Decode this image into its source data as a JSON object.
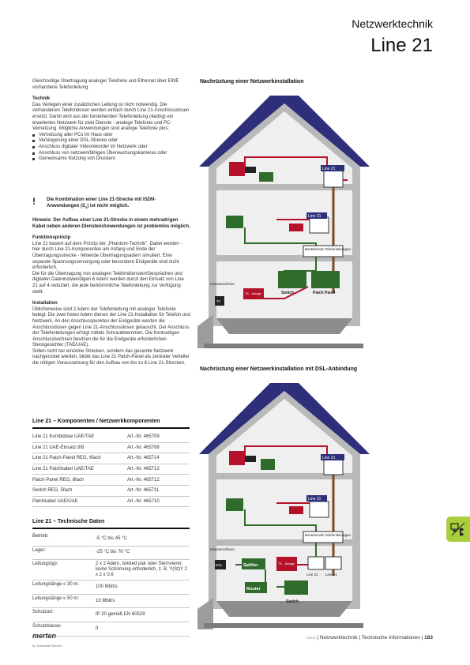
{
  "header": {
    "section": "Netzwerktechnik",
    "title": "Line 21"
  },
  "intro": "Gleichzeitige Übertragung analoger Telefonie und Ethernet über EINE vorhandene Telefonleitung.",
  "technik": {
    "heading": "Technik",
    "text": "Das Verlegen einer zusätzlichen Leitung ist nicht notwendig. Die vorhandenen Telefondosen werden einfach durch Line 21-Anschlussdosen ersetzt. Damit wird aus der bestehenden Telefonleitung (4adrig) ein erweitertes Netzwerk für zwei Dienste - analoge Telefonie und PC-Vernetzung. Mögliche Anwendungen sind analoge Telefonie plus:",
    "items": [
      "Vernetzung aller PCs im Haus oder",
      "Verlängerung einer DSL-Strecke oder",
      "Anschluss digitaler Videorekorder im Netzwerk oder",
      "Anschluss von netzwerkfähigen Überwachungskameras oder",
      "Gemeinsame Nutzung von Druckern"
    ]
  },
  "warning": {
    "mark": "!",
    "line1": "Die Kombination einer Line 21-Strecke mit ISDN-",
    "line2": "Anwendungen (S",
    "sub": "0",
    "line2_end": ") ist nicht möglich."
  },
  "hinweis": "Hinweis: Der Aufbau einer Line 21-Strecke in einem mehradrigen Kabel neben anderen Diensten/Anwendungen ist problemlos möglich.",
  "funktion": {
    "heading": "Funktionsprinzip",
    "p1": "Line 21 basiert auf dem Prinzip der „Phantom-Technik\". Dabei werden - hier durch Line 21-Komponenten am Anfang und Ende der Übertragungsstrecke - fehlende Übertragungsadern simuliert. Eine separate Spannungsversorgung oder besondere Endgeräte sind nicht erforderlich.",
    "p2": "Die für die Übertragung von analogen Telefondiensten/Gesprächen und digitalen Datennotwendigen 6 Adern werden durch den Einsatz von Line 21 auf 4 reduziert, die jede herkömmliche Telefonleitung zur Verfügung stellt."
  },
  "installation": {
    "heading": "Installation",
    "p1": "Üblicherweise sind 2 Adern der Telefonleitung mit analoger Telefonie belegt. Die zwei freien Adern dienen der Line 21-Installation für Telefon und Netzwerk. An den Anschlusspunkten der Endgeräte werden die Anschlussdosen gegen Line 21-Anschlussdosen getauscht. Der Anschluss der Telefonleitungen erfolgt mittels Schraubklemmen. Die frontseitigen Anschlussbuchsen besitzen die für die Endgeräte erforderlichen Steckgesichter (TAE/UAE).",
    "p2": "Sollen nicht nur einzelne Strecken, sondern das gesamte Netzwerk nachgerüstet werden, bildet das Line 21 Patch-Panel als zentraler Verteiler die nötigen Voraussetzung für den Aufbau von bis zu 6 Line 21-Strecken."
  },
  "components": {
    "title": "Line 21 – Komponenten / Netzwerkkomponenten",
    "rows": [
      {
        "name": "Line 21 Kombidose UAE/TAE",
        "art": "Art.-Nr. 465709"
      },
      {
        "name": "Line 21 UAE-Einsatz 8/8",
        "art": "Art.-Nr. 465708"
      },
      {
        "name": "Line 21 Patch-Panel REG, 6fach",
        "art": "Art.-Nr. 465714"
      },
      {
        "name": "Line 21 Patchkabel UAE/TAE",
        "art": "Art.-Nr. 465713"
      },
      {
        "name": "Patch-Panel REG, 6fach",
        "art": "Art.-Nr. 465712"
      },
      {
        "name": "Switch REG, 5fach",
        "art": "Art.-Nr. 465711"
      },
      {
        "name": "Patchkabel UAE/UAE",
        "art": "Art.-Nr. 465710"
      }
    ]
  },
  "techdata": {
    "title": "Line 21 – Technische Daten",
    "rows": [
      {
        "label": "Betrieb:",
        "value": "-5 °C bis 45 °C"
      },
      {
        "label": "Lager:",
        "value": "-25 °C bis 70 °C"
      },
      {
        "label": "Leitungstyp:",
        "value": "2 x 2 Adern, twisted pair oder Sternvierer, keine Schirmung erforderlich, z. B. Y(St)Y 2 x 2 x 0,6"
      },
      {
        "label": "Leitungslänge ≤ 30 m:",
        "value": "100 Mbit/s"
      },
      {
        "label": "Leitungslänge ≤ 50 m:",
        "value": "10 Mbit/s"
      },
      {
        "label": "Schutzart:",
        "value": "IP 20 gemäß EN 60529"
      },
      {
        "label": "Schutzklasse:",
        "value": "II"
      }
    ]
  },
  "diagram1": {
    "title": "Nachrüstung einer Netzwerkinstallation",
    "labels": {
      "line21_a": "Line 21",
      "line21_b": "Line 21",
      "existing": "Bestehende Telefonleitungen",
      "hausanschluss": "Hausanschluss",
      "ta": "TA",
      "tk": "TK - Anlage",
      "switch": "Switch",
      "patch": "Patch Panel"
    }
  },
  "diagram2": {
    "title": "Nachrüstung einer Netzwerkinstallation mit DSL-Anbindung",
    "labels": {
      "line21_a": "Line 21",
      "line21_b": "Line 21",
      "existing": "Bestehende Telefonleitungen",
      "hausanschluss": "Hausanschluss",
      "dsl": "DSL",
      "splitter": "Splitter",
      "tk": "TK - Anlage",
      "router": "Router",
      "switch": "Switch",
      "line21_c": "Line 21",
      "line21_d": "Line 21"
    }
  },
  "footer": {
    "logo": "merten",
    "sub": "by Schneider Electric",
    "year": "©2014",
    "text": "| Netzwerktechnik | Technische Informationen |",
    "page": "183"
  },
  "colors": {
    "tab": "#a9cf3c",
    "roof": "#2d2f7a",
    "wall": "#b9b9b9",
    "red": "#b3122a",
    "green": "#2f6b2b"
  }
}
